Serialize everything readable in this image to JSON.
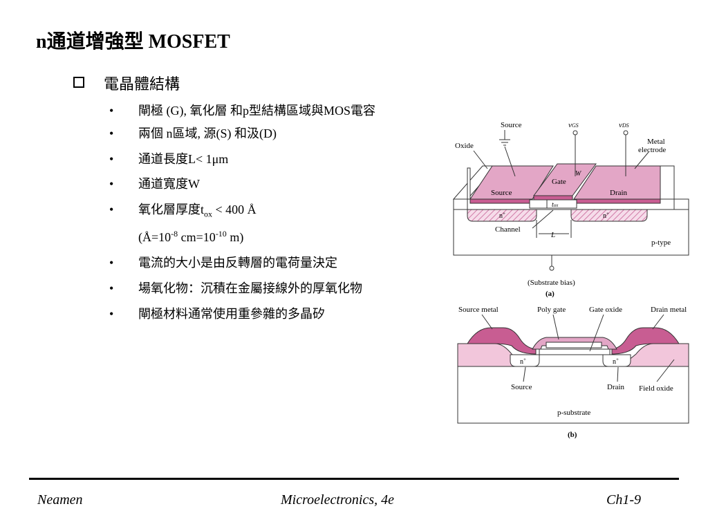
{
  "title": "n通道增強型 MOSFET",
  "heading": "電晶體結構",
  "bullets": [
    {
      "text": "閘極 (G), 氧化層 和p型結構區域與MOS電容"
    },
    {
      "text": "兩個 n區域,  源(S) 和汲(D)"
    },
    {
      "text": "通道長度L< 1μm"
    },
    {
      "text": "通道寬度W"
    },
    {
      "pre": "氧化層厚度t",
      "sub": "ox",
      "post": " < 400 Å"
    },
    {
      "text": "電流的大小是由反轉層的電荷量決定"
    },
    {
      "text": "場氧化物：沉積在金屬接線外的厚氧化物"
    },
    {
      "text": "閘極材料通常使用重參雜的多晶矽"
    }
  ],
  "note": {
    "a": "(Å=10",
    "e1": "-8",
    "b": " cm=10",
    "e2": "-10",
    "c": " m)"
  },
  "figure_a": {
    "label_source_top": "Source",
    "label_vgs": "v",
    "label_vgs_sub": "GS",
    "label_vds": "v",
    "label_vds_sub": "DS",
    "label_oxide": "Oxide",
    "label_metal": "Metal",
    "label_electrode": "electrode",
    "label_gate": "Gate",
    "label_w": "W",
    "label_source": "Source",
    "label_drain": "Drain",
    "label_tox": "t",
    "label_tox_sub": "ox",
    "label_n_left": "n",
    "label_n_right": "n",
    "label_channel": "Channel",
    "label_l": "L",
    "label_ptype": "p-type",
    "label_substrate": "(Substrate bias)",
    "caption": "(a)"
  },
  "figure_b": {
    "label_source_metal": "Source metal",
    "label_poly_gate": "Poly gate",
    "label_gate_oxide": "Gate oxide",
    "label_drain_metal": "Drain metal",
    "label_n_left": "n",
    "label_n_right": "n",
    "label_source": "Source",
    "label_drain": "Drain",
    "label_field_oxide": "Field oxide",
    "label_psubstrate": "p-substrate",
    "caption": "(b)"
  },
  "footer": {
    "left": "Neamen",
    "center": "Microelectronics, 4e",
    "right": "Ch1-9"
  },
  "colors": {
    "pink": "#e3a6c6",
    "dark_pink": "#c85d92",
    "light_pink": "#f6dcea",
    "stripe": "#d07aa6"
  }
}
